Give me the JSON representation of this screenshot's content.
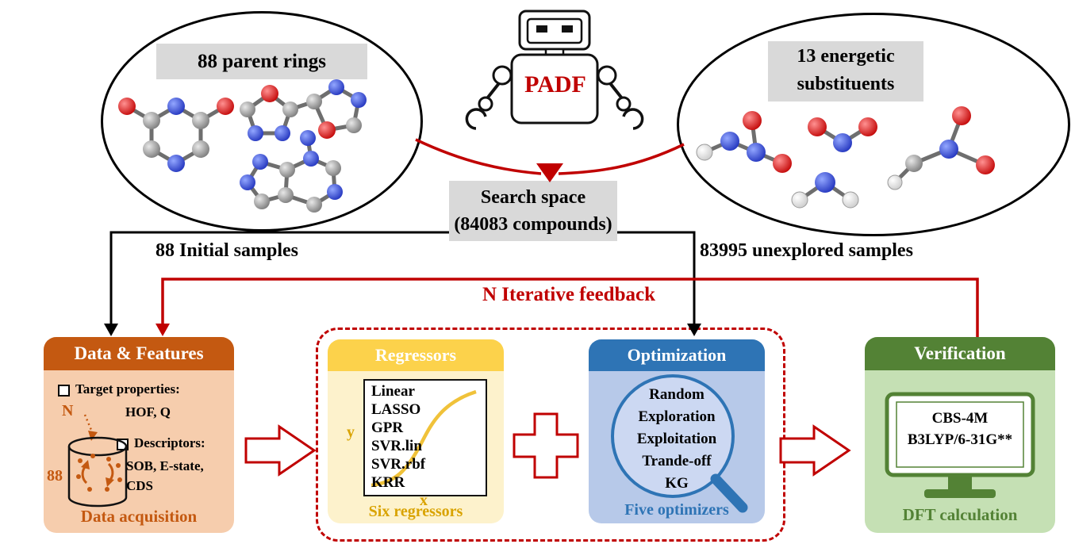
{
  "palette": {
    "red": "#c00000",
    "orange": "#c45911",
    "gold": "#d9a300",
    "blue": "#2e74b5",
    "green": "#538235"
  },
  "top": {
    "parent_rings_label": "88 parent rings",
    "substituents_label": "13 energetic substituents",
    "robot_label": "PADF",
    "search_space_line1": "Search space",
    "search_space_line2": "(84083 compounds)",
    "initial_samples_label": "88 Initial samples",
    "unexplored_samples_label": "83995 unexplored samples",
    "feedback_label": "N Iterative feedback"
  },
  "data_features": {
    "title": "Data & Features",
    "target_label": "Target properties:",
    "target_value": "HOF, Q",
    "descriptors_label": "Descriptors:",
    "descriptors_value": "SOB, E-state, CDS",
    "n_label": "N",
    "count_label": "88",
    "footer": "Data acquisition"
  },
  "regressors": {
    "title": "Regressors",
    "items": [
      "Linear",
      "LASSO",
      "GPR",
      "SVR.lin",
      "SVR.rbf",
      "KRR"
    ],
    "y_label": "y",
    "x_label": "x",
    "footer": "Six regressors"
  },
  "optimization": {
    "title": "Optimization",
    "items": [
      "Random",
      "Exploration",
      "Exploitation",
      "Trande-off",
      "KG"
    ],
    "footer": "Five optimizers"
  },
  "verification": {
    "title": "Verification",
    "method_line1": "CBS-4M",
    "method_line2": "B3LYP/6-31G**",
    "footer": "DFT calculation"
  }
}
